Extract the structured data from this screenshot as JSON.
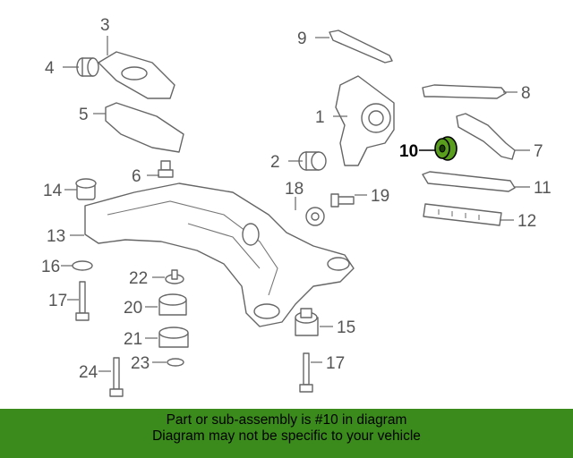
{
  "callouts": [
    {
      "num": "1"
    },
    {
      "num": "2"
    },
    {
      "num": "3"
    },
    {
      "num": "4"
    },
    {
      "num": "5"
    },
    {
      "num": "6"
    },
    {
      "num": "7"
    },
    {
      "num": "8"
    },
    {
      "num": "9"
    },
    {
      "num": "10"
    },
    {
      "num": "11"
    },
    {
      "num": "12"
    },
    {
      "num": "13"
    },
    {
      "num": "14"
    },
    {
      "num": "15"
    },
    {
      "num": "16"
    },
    {
      "num": "17"
    },
    {
      "num": "17"
    },
    {
      "num": "18"
    },
    {
      "num": "19"
    },
    {
      "num": "20"
    },
    {
      "num": "21"
    },
    {
      "num": "22"
    },
    {
      "num": "23"
    },
    {
      "num": "24"
    }
  ],
  "highlight_part": "10",
  "colors": {
    "banner": "#3a8a1c",
    "highlight": "#5a9e1e",
    "line": "#666666"
  },
  "banner": {
    "line1": "Part or sub-assembly is #10 in diagram",
    "line2": "Diagram may not be specific to your vehicle"
  }
}
